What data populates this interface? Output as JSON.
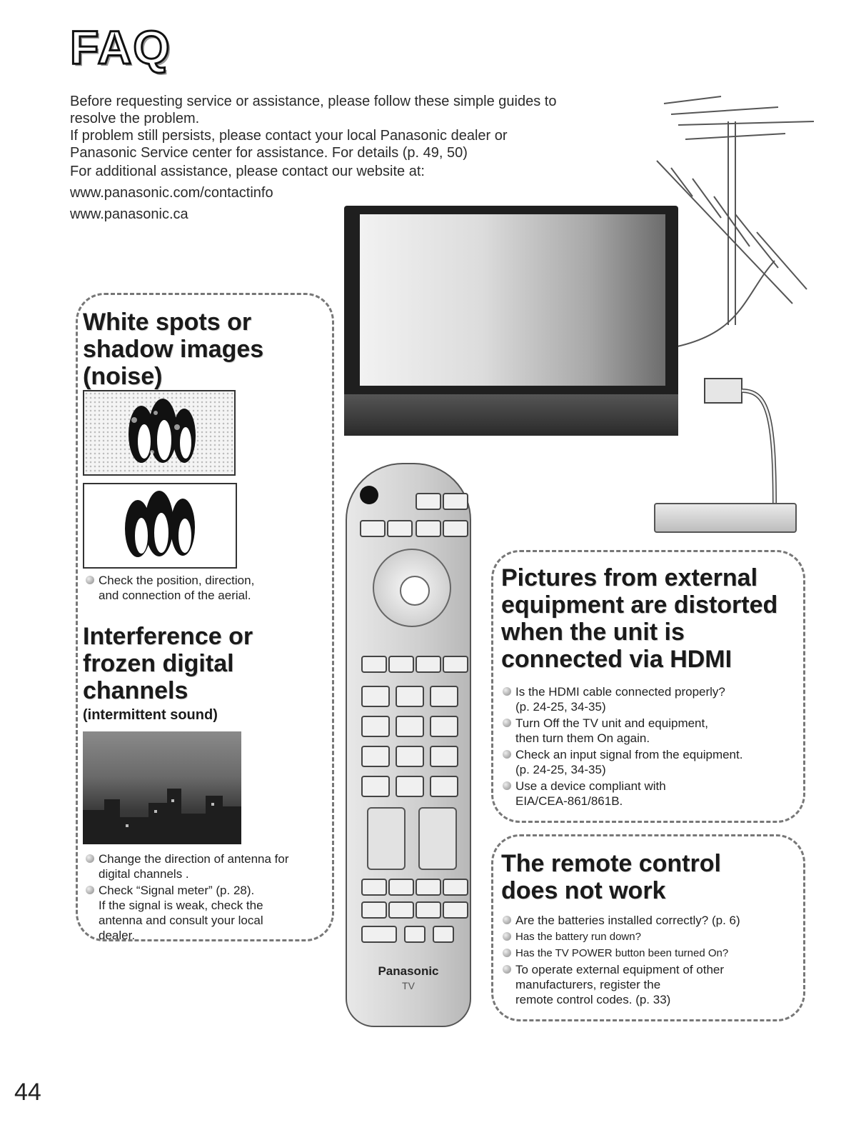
{
  "title": "FAQ",
  "intro": [
    "Before requesting service or assistance, please follow these simple guides to",
    "resolve the problem.",
    "If problem still persists, please contact your local Panasonic dealer or",
    "Panasonic Service center for assistance. For details (p. 49, 50)",
    "For additional assistance, please contact our website at:",
    "www.panasonic.com/contactinfo",
    "www.panasonic.ca"
  ],
  "noise": {
    "heading": [
      "White spots or",
      "shadow images",
      "(noise)"
    ],
    "tip": [
      "Check the position, direction,",
      "and connection of the aerial."
    ]
  },
  "interference": {
    "heading": [
      "Interference or",
      "frozen digital",
      "channels"
    ],
    "subheading": "(intermittent sound)",
    "tips": [
      [
        "Change the direction of antenna for",
        "digital channels ."
      ],
      [
        "Check “Signal meter” (p. 28).",
        "If the signal is weak, check the",
        "antenna and consult your local",
        "dealer."
      ]
    ]
  },
  "hdmi": {
    "heading": [
      "Pictures from external",
      "equipment are distorted",
      "when the unit is",
      "connected via HDMI"
    ],
    "tips": [
      [
        "Is the HDMI cable connected properly?",
        "(p. 24-25, 34-35)"
      ],
      [
        "Turn Off the TV unit and equipment,",
        "then turn them On again."
      ],
      [
        "Check an input signal from the equipment.",
        "(p. 24-25, 34-35)"
      ],
      [
        "Use a device compliant with",
        "EIA/CEA-861/861B."
      ]
    ]
  },
  "remote_section": {
    "heading": [
      "The remote control",
      "does not work"
    ],
    "tips": [
      [
        "Are the batteries installed correctly? (p. 6)"
      ],
      [
        "Has the battery run down?"
      ],
      [
        "Has the TV POWER button been turned On?"
      ],
      [
        "To operate external equipment of other",
        "manufacturers, register the",
        "remote control codes. (p. 33)"
      ]
    ]
  },
  "remote_device": {
    "brand": "Panasonic",
    "label": "TV"
  },
  "page_number": "44"
}
